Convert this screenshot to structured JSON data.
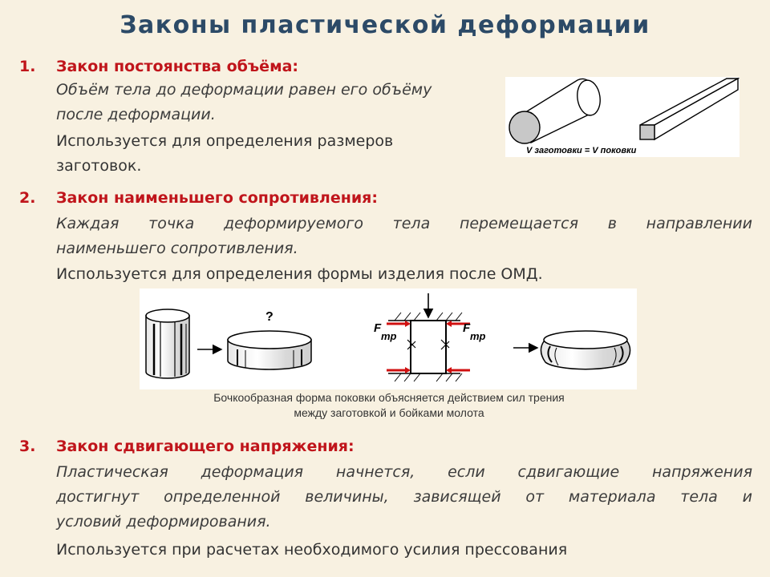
{
  "title": "Законы пластической деформации",
  "laws": [
    {
      "number": "1.",
      "heading": "Закон постоянства объёма:",
      "definition_lines": [
        "Объём тела до деформации равен его объёму",
        "после деформации."
      ],
      "usage_lines": [
        "Используется для определения размеров",
        "заготовок."
      ]
    },
    {
      "number": "2.",
      "heading": "Закон наименьшего сопротивления:",
      "definition_lines": [
        "Каждая точка деформируемого тела перемещается в направлении",
        "наименьшего сопротивления."
      ],
      "usage_lines": [
        "Используется для определения формы изделия после ОМД."
      ]
    },
    {
      "number": "3.",
      "heading": "Закон сдвигающего напряжения:",
      "definition_lines": [
        "Пластическая деформация начнется, если сдвигающие напряжения",
        "достигнут определенной величины, зависящей от материала тела и",
        "условий деформирования."
      ],
      "usage_lines": [
        "Используется при расчетах необходимого усилия прессования"
      ]
    }
  ],
  "figure1": {
    "label": "V заготовки = V поковки"
  },
  "figure2": {
    "question_mark": "?",
    "force_label_left": "F",
    "force_sub_left": "mp",
    "force_label_right": "F",
    "force_sub_right": "mp",
    "caption_lines": [
      "Бочкообразная форма поковки объясняется действием сил трения",
      "между заготовкой и бойками молота"
    ]
  },
  "colors": {
    "background": "#f8f1e1",
    "title": "#2c4a67",
    "accent_red": "#c0151b",
    "text": "#333333"
  }
}
